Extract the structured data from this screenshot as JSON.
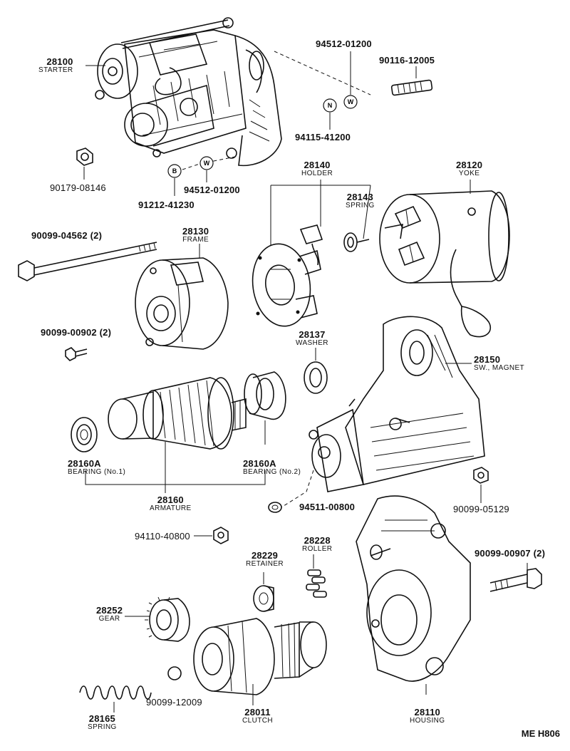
{
  "diagram_code": "ME H806",
  "badges": {
    "w": "W",
    "n": "N",
    "b": "B"
  },
  "labels": {
    "starter": {
      "num": "28100",
      "name": "STARTER"
    },
    "nut_94512_top": {
      "num": "94512-01200",
      "name": ""
    },
    "stud_90116": {
      "num": "90116-12005",
      "name": ""
    },
    "nut_94115": {
      "num": "94115-41200",
      "name": ""
    },
    "nut_90179": {
      "num": "90179-08146",
      "name": ""
    },
    "nut_94512_bot": {
      "num": "94512-01200",
      "name": ""
    },
    "bolt_91212": {
      "num": "91212-41230",
      "name": ""
    },
    "holder": {
      "num": "28140",
      "name": "HOLDER"
    },
    "yoke": {
      "num": "28120",
      "name": "YOKE"
    },
    "spring_28143": {
      "num": "28143",
      "name": "SPRING"
    },
    "bolt_90099_04562": {
      "num": "90099-04562 (2)",
      "name": ""
    },
    "frame": {
      "num": "28130",
      "name": "FRAME"
    },
    "screw_90099_00902": {
      "num": "90099-00902 (2)",
      "name": ""
    },
    "washer": {
      "num": "28137",
      "name": "WASHER"
    },
    "magnet_switch": {
      "num": "28150",
      "name": "SW., MAGNET"
    },
    "bearing_1": {
      "num": "28160A",
      "name": "BEARING (No.1)"
    },
    "bearing_2": {
      "num": "28160A",
      "name": "BEARING (No.2)"
    },
    "armature": {
      "num": "28160",
      "name": "ARMATURE"
    },
    "washer_94511": {
      "num": "94511-00800",
      "name": ""
    },
    "nut_90099_05129": {
      "num": "90099-05129",
      "name": ""
    },
    "nut_94110": {
      "num": "94110-40800",
      "name": ""
    },
    "roller": {
      "num": "28228",
      "name": "ROLLER"
    },
    "retainer": {
      "num": "28229",
      "name": "RETAINER"
    },
    "bolt_90099_00907": {
      "num": "90099-00907 (2)",
      "name": ""
    },
    "gear": {
      "num": "28252",
      "name": "GEAR"
    },
    "ball_90099_12009": {
      "num": "90099-12009",
      "name": ""
    },
    "spring_28165": {
      "num": "28165",
      "name": "SPRING"
    },
    "clutch": {
      "num": "28011",
      "name": "CLUTCH"
    },
    "housing": {
      "num": "28110",
      "name": "HOUSING"
    }
  }
}
